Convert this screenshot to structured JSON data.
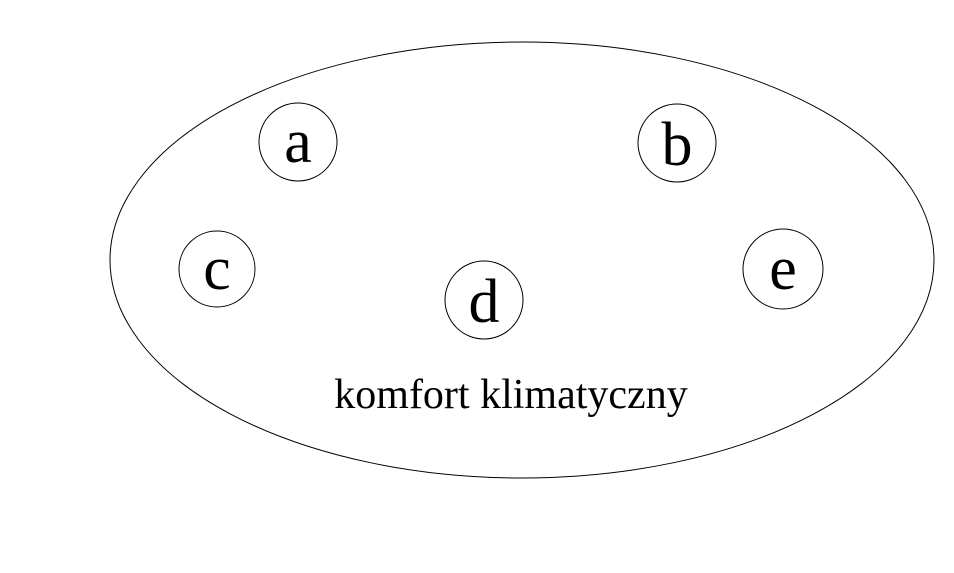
{
  "diagram": {
    "caption": "komfort klimatyczny",
    "nodes": [
      {
        "label": "a"
      },
      {
        "label": "b"
      },
      {
        "label": "c"
      },
      {
        "label": "d"
      },
      {
        "label": "e"
      }
    ],
    "colors": {
      "stroke": "#000000",
      "background": "#ffffff"
    }
  }
}
